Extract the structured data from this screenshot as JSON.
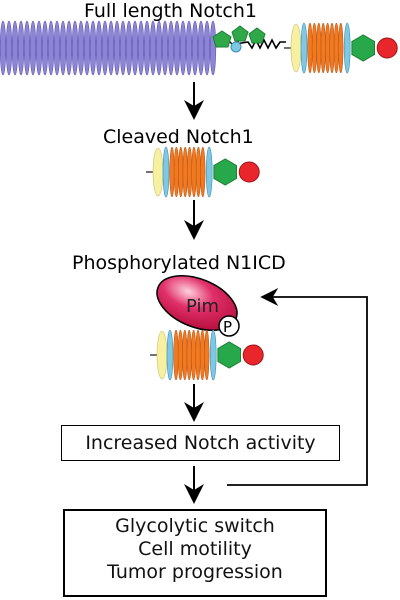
{
  "labels": {
    "full_length": "Full length Notch1",
    "cleaved": "Cleaved Notch1",
    "phosphorylated": "Phosphorylated N1ICD",
    "pim": "Pim",
    "phospho": "P"
  },
  "boxes": {
    "activity": "Increased Notch activity",
    "outcomes": [
      "Glycolytic switch",
      "Cell motility",
      "Tumor progression"
    ]
  },
  "colors": {
    "egf_repeats": "#8c85d6",
    "ankyrin": "#f07a22",
    "pale_yellow": "#f6f0a0",
    "light_blue": "#7ec8e3",
    "hexagon": "#27a84a",
    "circle_red": "#e8262b",
    "pim_kinase": "#d41a55",
    "glycan": "#2fa84a"
  }
}
